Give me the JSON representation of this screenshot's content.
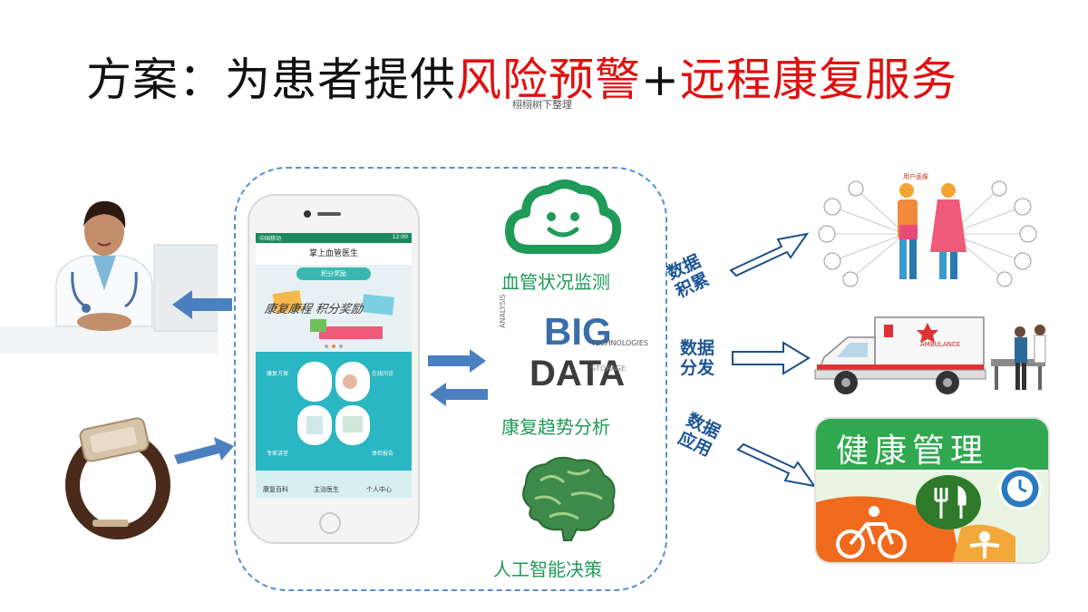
{
  "title": {
    "part1": "方案：为患者提供",
    "part2": "风险预警",
    "part3": "+",
    "part4": "远程康复服务"
  },
  "watermark": "栩栩树下整理",
  "phone": {
    "status_left": "中国移动",
    "status_right": "12:00",
    "header": "掌上血管医生",
    "banner_pill": "积分奖励",
    "banner_text": "康复康程  积分奖励",
    "features": [
      "康复方案",
      "在线问诊",
      "专家讲堂",
      "体检报告"
    ],
    "tabs": [
      "康复百科",
      "主治医生",
      "个人中心"
    ]
  },
  "captions": {
    "monitor": "血管状况监测",
    "trend": "康复趋势分析",
    "ai": "人工智能决策"
  },
  "bigdata": {
    "big": "BIG",
    "data": "DATA",
    "words": [
      "ANALYSIS",
      "TECHNOLOGIES",
      "STORAGE"
    ]
  },
  "arrows": {
    "accumulate": [
      "数据",
      "积累"
    ],
    "distribute": [
      "数据",
      "分发"
    ],
    "apply": [
      "数据",
      "应用"
    ]
  },
  "people_chart": {
    "center": "用户画像"
  },
  "ambulance": {
    "text": "AMBULANCE"
  },
  "health_app": {
    "title": "健康管理"
  },
  "colors": {
    "accent_red": "#e01010",
    "arrow_blue": "#1d5597",
    "caption_green": "#1f9a58",
    "dashed_blue": "#5a8fd0",
    "app_green": "#2fa84f",
    "app_orange": "#f06a1e"
  }
}
